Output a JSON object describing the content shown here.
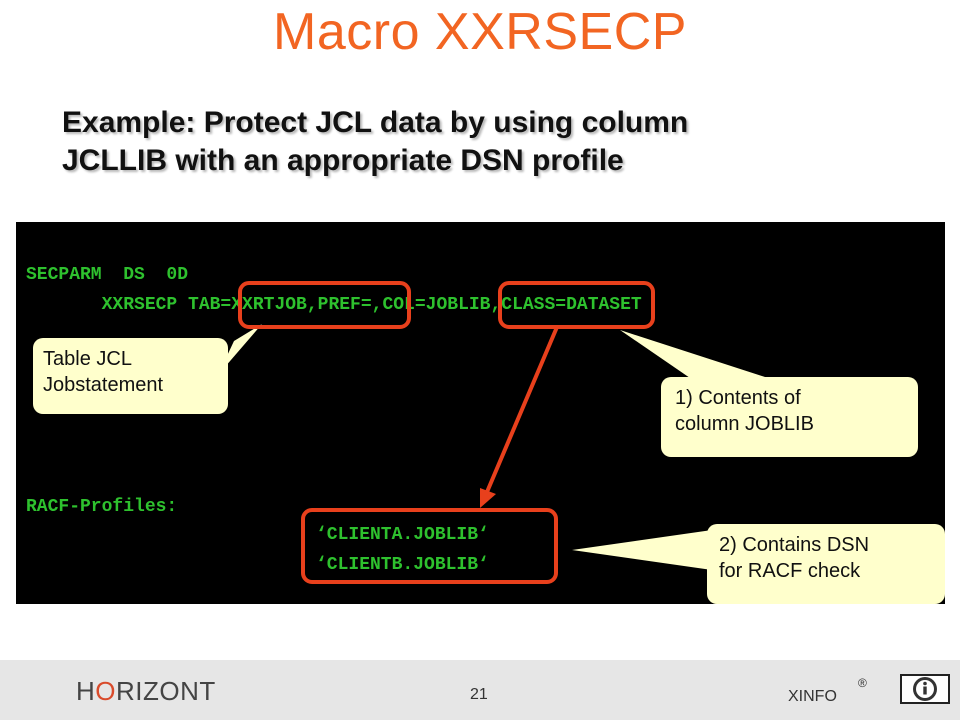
{
  "slide": {
    "title": "Macro XXRSECP",
    "subtitle_lines": [
      "Example: Protect JCL data by using column",
      "JCLLIB with an appropriate DSN profile"
    ]
  },
  "code": {
    "line1": "SECPARM  DS  0D",
    "line2": "       XXRSECP TAB=XXRTJOB,PREF=,COL=JOBLIB,CLASS=DATASET",
    "line3": "RACF-Profiles:",
    "profiles": [
      "‘CLIENTA.JOBLIB‘",
      "‘CLIENTB.JOBLIB‘"
    ]
  },
  "callouts": {
    "table": [
      "Table JCL",
      "Jobstatement"
    ],
    "contents": [
      "1) Contents of",
      "column JOBLIB"
    ],
    "dsn": [
      "2) Contains DSN",
      "for RACF check"
    ]
  },
  "colors": {
    "title": "#f26522",
    "code_text": "#2ec12e",
    "highlight": "#e8401c",
    "callout_bg": "#ffffcc"
  },
  "footer": {
    "logo_prefix": "H",
    "logo_o": "O",
    "logo_suffix": "RIZONT",
    "page_number": "21",
    "brand": "XINFO",
    "registered": "®",
    "info_icon": "info-icon"
  }
}
